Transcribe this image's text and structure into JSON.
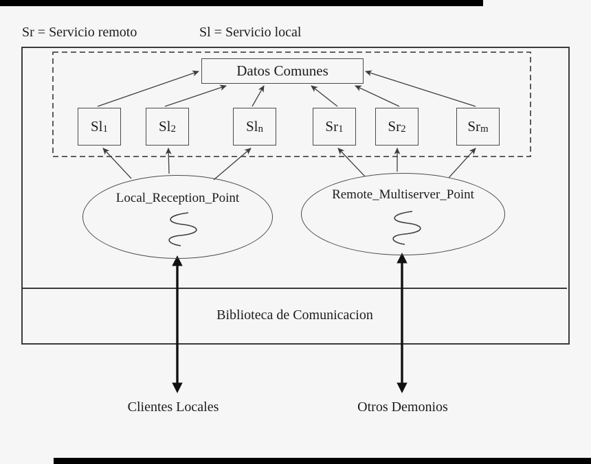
{
  "legend": {
    "remote": "Sr = Servicio remoto",
    "local": "Sl = Servicio local"
  },
  "shared_data_box": {
    "label": "Datos Comunes"
  },
  "service_boxes": [
    {
      "base": "Sl",
      "sub": "1"
    },
    {
      "base": "Sl",
      "sub": "2"
    },
    {
      "base": "Sl",
      "sub": "n"
    },
    {
      "base": "Sr",
      "sub": "1"
    },
    {
      "base": "Sr",
      "sub": "2"
    },
    {
      "base": "Sr",
      "sub": "m"
    }
  ],
  "reception_points": [
    {
      "label": "Local_Reception_Point"
    },
    {
      "label": "Remote_Multiserver_Point"
    }
  ],
  "library_band": {
    "label": "Biblioteca de Comunicacion"
  },
  "external_labels": [
    {
      "label": "Clientes Locales"
    },
    {
      "label": "Otros Demonios"
    }
  ],
  "connections": [
    {
      "from": "Sl1",
      "to": "Datos Comunes"
    },
    {
      "from": "Sl2",
      "to": "Datos Comunes"
    },
    {
      "from": "Sln",
      "to": "Datos Comunes"
    },
    {
      "from": "Sr1",
      "to": "Datos Comunes"
    },
    {
      "from": "Sr2",
      "to": "Datos Comunes"
    },
    {
      "from": "Srm",
      "to": "Datos Comunes"
    },
    {
      "from": "Local_Reception_Point",
      "to": "Sl1"
    },
    {
      "from": "Local_Reception_Point",
      "to": "Sl2"
    },
    {
      "from": "Local_Reception_Point",
      "to": "Sln"
    },
    {
      "from": "Remote_Multiserver_Point",
      "to": "Sr1"
    },
    {
      "from": "Remote_Multiserver_Point",
      "to": "Sr2"
    },
    {
      "from": "Remote_Multiserver_Point",
      "to": "Srm"
    },
    {
      "from": "Clientes Locales",
      "to": "Local_Reception_Point",
      "bidirectional": true
    },
    {
      "from": "Otros Demonios",
      "to": "Remote_Multiserver_Point",
      "bidirectional": true
    }
  ],
  "colors": {
    "background": "#f5f6f5",
    "line": "#3d3d3d",
    "thick_arrow": "#111111",
    "text": "#1c1c1c",
    "edge_bar": "#000000"
  }
}
